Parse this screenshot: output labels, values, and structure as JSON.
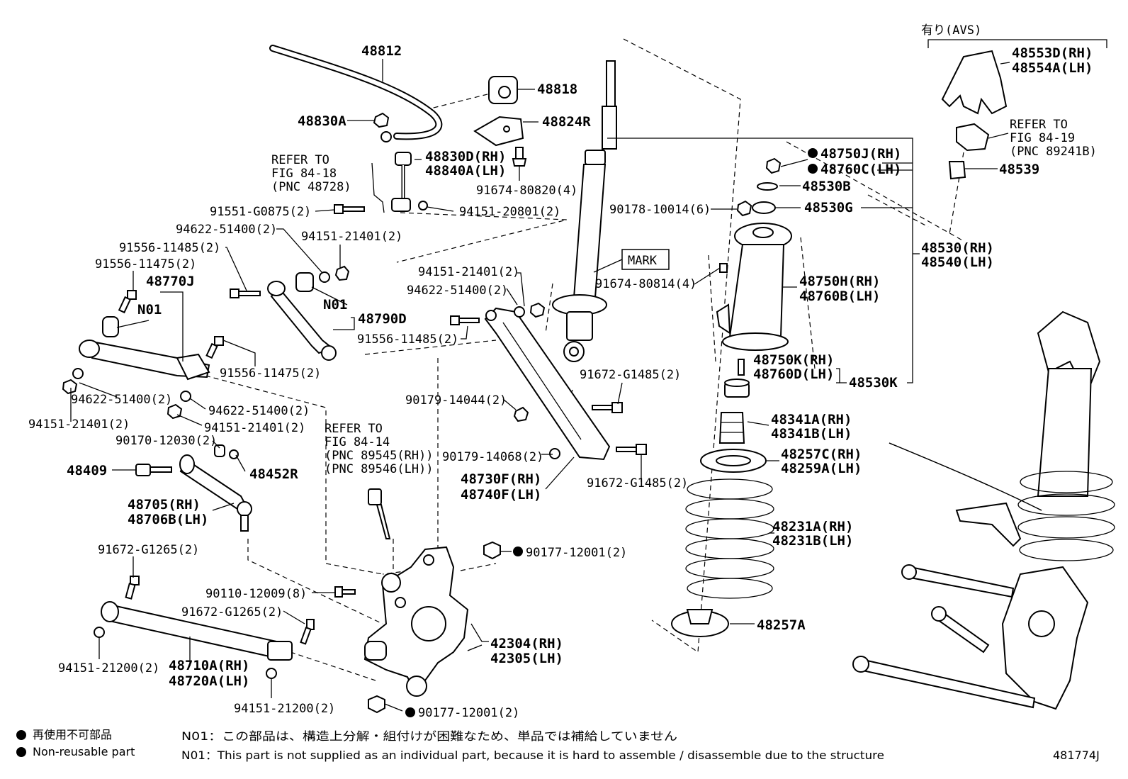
{
  "avs_bracket_label": "有り(AVS)",
  "refer_18": [
    "REFER TO",
    "FIG 84-18",
    "(PNC 48728)"
  ],
  "refer_14": [
    "REFER TO",
    "FIG 84-14",
    "(PNC 89545(RH))",
    "(PNC 89546(LH))"
  ],
  "refer_19": [
    "REFER TO",
    "FIG 84-19",
    "(PNC 89241B)"
  ],
  "mark_label": "MARK",
  "labels": {
    "p48812": "48812",
    "p48818": "48818",
    "p48830A": "48830A",
    "p48824R": "48824R",
    "p48830D": "48830D(RH)",
    "p48840A": "48840A(LH)",
    "p91674_80820": "91674-80820(4)",
    "p91551": "91551-G0875(2)",
    "p94151_20801": "94151-20801(2)",
    "p94622_top": "94622-51400(2)",
    "p94151_top": "94151-21401(2)",
    "p91556_11485_a": "91556-11485(2)",
    "p91556_11475_a": "91556-11475(2)",
    "p48770J": "48770J",
    "n01_a": "N01",
    "n01_b": "N01",
    "p48790D": "48790D",
    "p94151_mid": "94151-21401(2)",
    "p94622_mid": "94622-51400(2)",
    "p91556_11485_b": "91556-11485(2)",
    "p91556_11475_b": "91556-11475(2)",
    "p94622_l1": "94622-51400(2)",
    "p94151_l1": "94151-21401(2)",
    "p94622_l2": "94622-51400(2)",
    "p94151_l2": "94151-21401(2)",
    "p90170": "90170-12030(2)",
    "p48409": "48409",
    "p48452R": "48452R",
    "p48705": "48705(RH)",
    "p48706B": "48706B(LH)",
    "p90179_14044": "90179-14044(2)",
    "p90179_14068": "90179-14068(2)",
    "p48730F": "48730F(RH)",
    "p48740F": "48740F(LH)",
    "p91672_G1485_a": "91672-G1485(2)",
    "p91672_G1485_b": "91672-G1485(2)",
    "p91672_G1265_a": "91672-G1265(2)",
    "p90110": "90110-12009(8)",
    "p91672_G1265_b": "91672-G1265(2)",
    "p94151_21200_a": "94151-21200(2)",
    "p48710A": "48710A(RH)",
    "p48720A": "48720A(LH)",
    "p94151_21200_b": "94151-21200(2)",
    "p42304": "42304(RH)",
    "p42305": "42305(LH)",
    "p90177_a": "90177-12001(2)",
    "p90177_b": "90177-12001(2)",
    "p91674_80814": "91674-80814(4)",
    "p90178": "90178-10014(6)",
    "p48750J": "48750J(RH)",
    "p48760C": "48760C(LH)",
    "p48530B": "48530B",
    "p48530G": "48530G",
    "p48750H": "48750H(RH)",
    "p48760B": "48760B(LH)",
    "p48750K": "48750K(RH)",
    "p48760D": "48760D(LH)",
    "p48530K": "48530K",
    "p48530": "48530(RH)",
    "p48540": "48540(LH)",
    "p48341A": "48341A(RH)",
    "p48341B": "48341B(LH)",
    "p48257C": "48257C(RH)",
    "p48259A": "48259A(LH)",
    "p48231A": "48231A(RH)",
    "p48231B": "48231B(LH)",
    "p48257A": "48257A",
    "p48553D": "48553D(RH)",
    "p48554A": "48554A(LH)",
    "p48539": "48539"
  },
  "legend": {
    "jp": "再使用不可部品",
    "en": "Non-reusable part"
  },
  "notes": {
    "jp": "N01：この部品は、構造上分解・組付けが困難なため、単品では補給していません",
    "en": "N01：This part is not supplied as an individual part, because it is hard to assemble / disassemble due to the structure"
  },
  "figure_id": "481774J"
}
